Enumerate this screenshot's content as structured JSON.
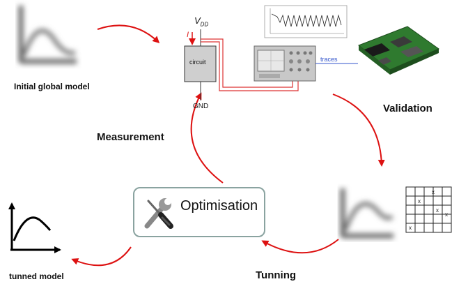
{
  "labels": {
    "initial_model": "Initial global model",
    "vdd": "V",
    "vdd_sub": "DD",
    "current": "I",
    "circuit": "circuit",
    "gnd": "GND",
    "traces": "traces",
    "validation": "Validation",
    "measurement": "Measurement",
    "optimisation": "Optimisation",
    "tunning": "Tunning",
    "tunned_model": "tunned model"
  },
  "matrix_marks": "x",
  "colors": {
    "arrow": "#dd1111",
    "wire": "#dd3333",
    "trace_line": "#3355cc",
    "box_border": "#8aa3a0"
  }
}
